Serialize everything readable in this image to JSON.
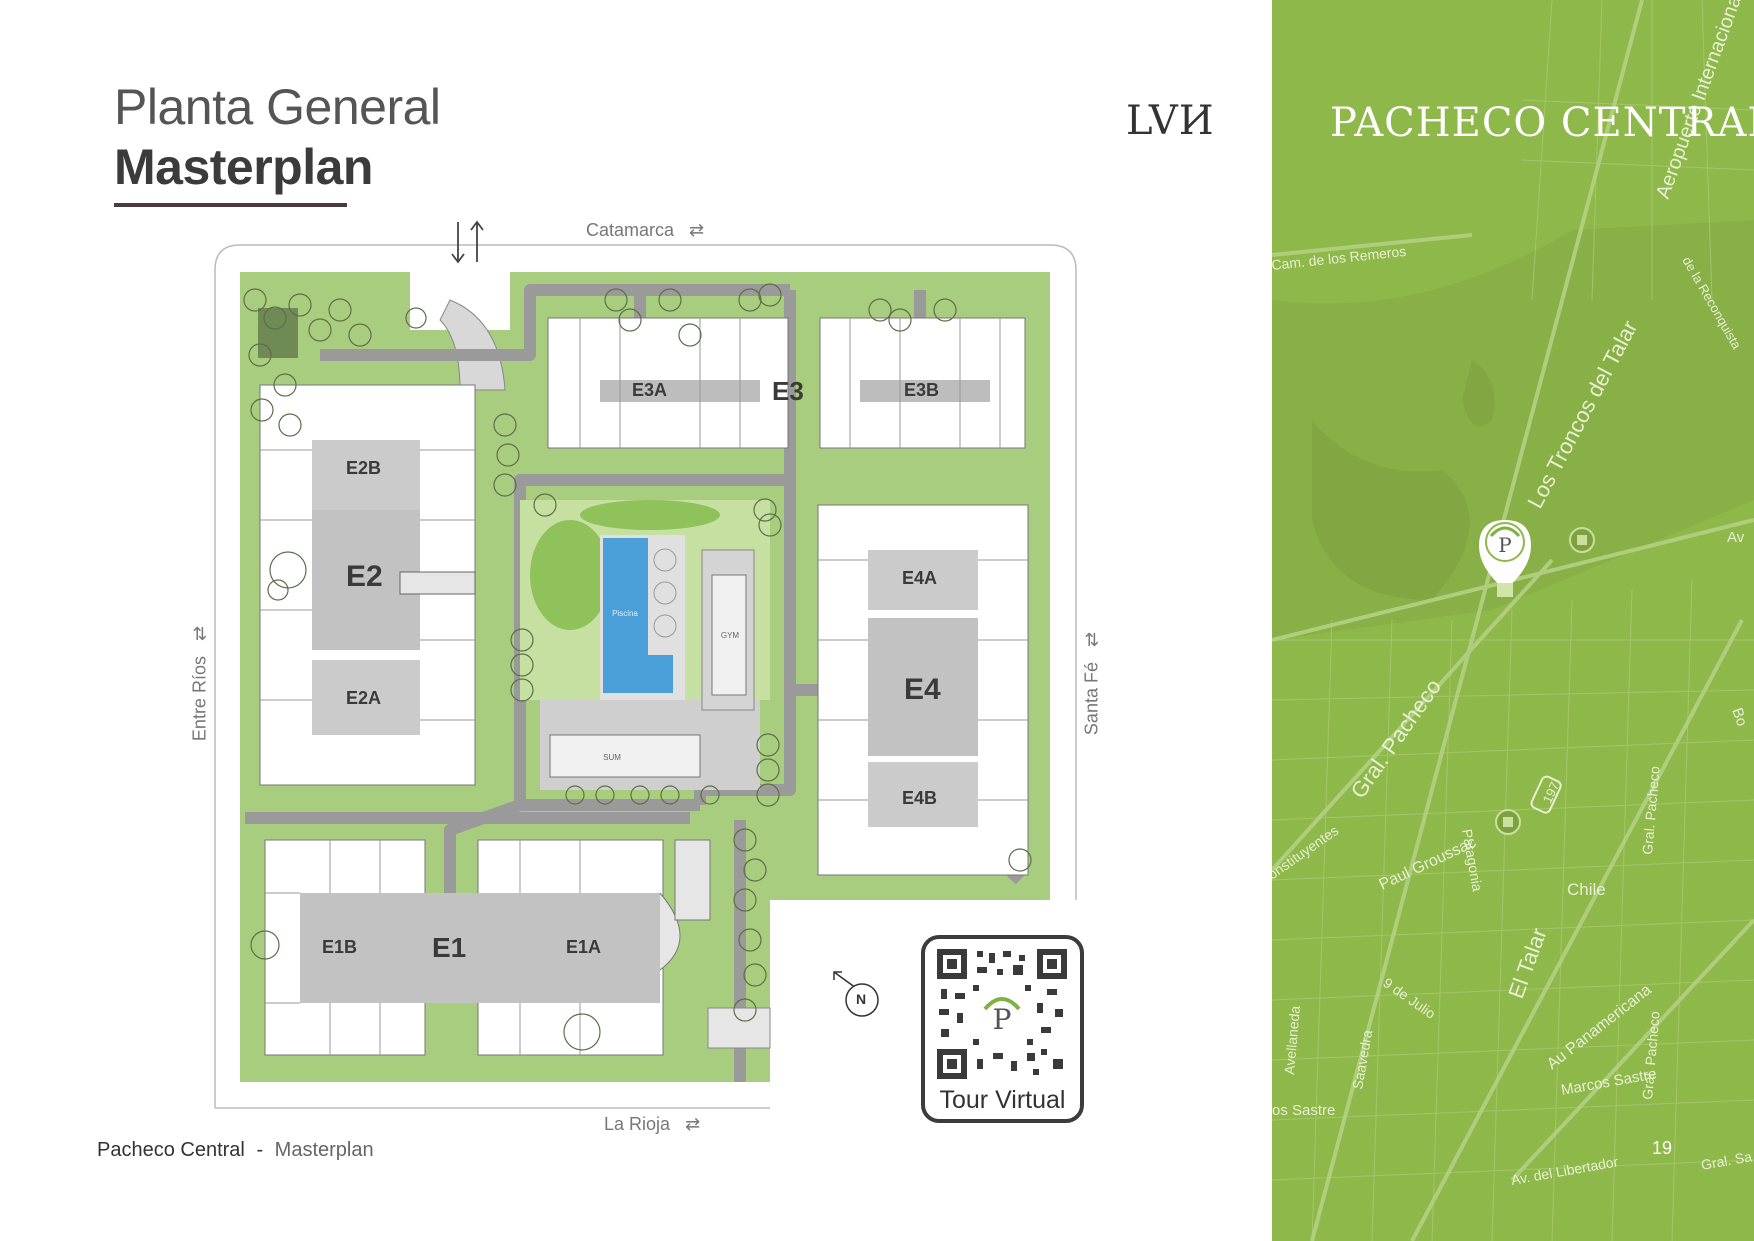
{
  "header": {
    "title_light": "Planta General",
    "title_bold": "Masterplan",
    "logo": "LVИ"
  },
  "streets": {
    "top": "Catamarca",
    "bottom": "La Rioja",
    "left": "Entre Ríos",
    "right": "Santa Fé"
  },
  "buildings": {
    "E1": "E1",
    "E1A": "E1A",
    "E1B": "E1B",
    "E2": "E2",
    "E2A": "E2A",
    "E2B": "E2B",
    "E3": "E3",
    "E3A": "E3A",
    "E3B": "E3B",
    "E4": "E4",
    "E4A": "E4A",
    "E4B": "E4B"
  },
  "amenities": {
    "pool": "Piscina",
    "gym": "GYM",
    "sum": "SUM"
  },
  "qr": {
    "label": "Tour Virtual"
  },
  "compass": {
    "label": "N"
  },
  "footer": {
    "project": "Pacheco Central",
    "separator": "-",
    "section": "Masterplan"
  },
  "sidebar": {
    "brand": "PACHECO CENTRAL",
    "page_number": "19",
    "map_labels": {
      "remeros": "Cam. de los Remeros",
      "aeropuerto": "Aeropuerto Internacional de San Fernando",
      "reconquista": "de la Reconquista",
      "troncos": "Los Troncos del Talar",
      "pacheco": "Gral. Pacheco",
      "pacheco2": "Gral. Pacheco",
      "pacheco3": "Gral. Pacheco",
      "pacheco4": "Gral. Sa",
      "constituyentes": "onstituyentes",
      "patagonia": "Patagonia",
      "groussac": "Paul Groussac",
      "chile": "Chile",
      "talar": "El Talar",
      "julio": "9 de Julio",
      "saavedra": "Saavedra",
      "avellaneda": "Avellaneda",
      "panamericana": "Au Panamericana",
      "sastre": "Marcos Sastre",
      "sastre2": "os Sastre",
      "libertador": "Av. del Libertador",
      "av": "Av",
      "bo": "Bo",
      "ruta": "197"
    }
  },
  "colors": {
    "sidebar_green": "#8fb84a",
    "site_green": "#a9cd7f",
    "path_gray": "#9a9a9a",
    "pool_blue": "#4a9fd8"
  }
}
